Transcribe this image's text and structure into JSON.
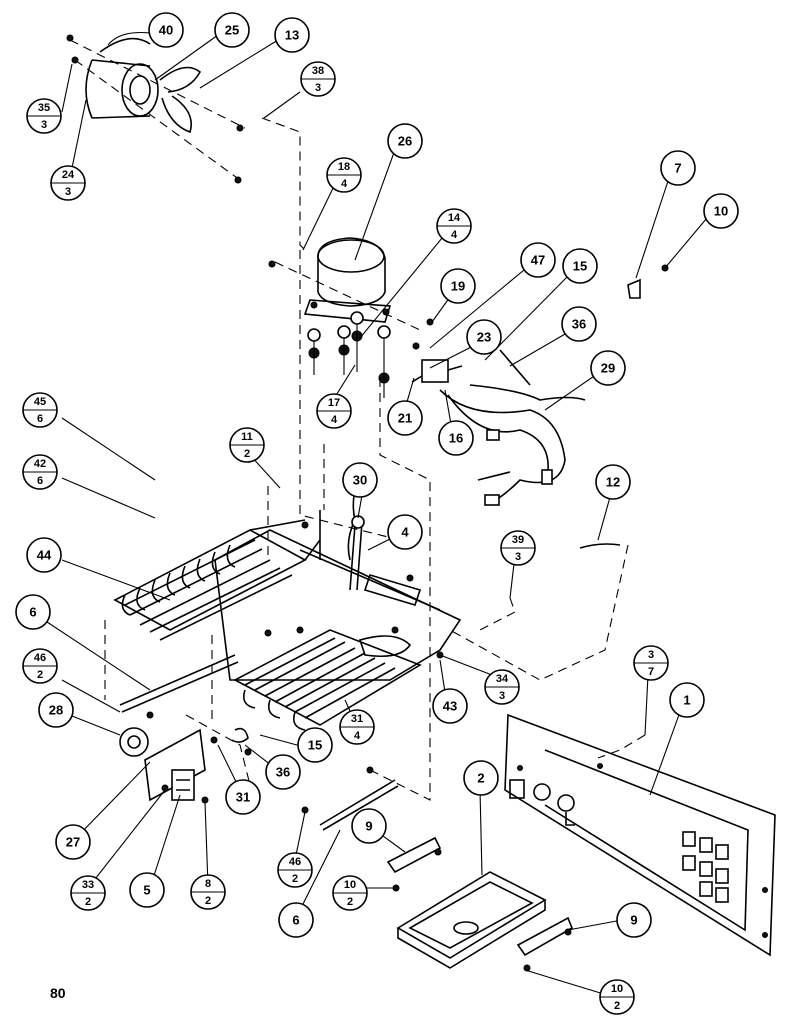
{
  "page": {
    "number": "80"
  },
  "callouts": [
    {
      "id": "c40",
      "top": "40",
      "bottom": ""
    },
    {
      "id": "c25",
      "top": "25",
      "bottom": ""
    },
    {
      "id": "c13",
      "top": "13",
      "bottom": ""
    },
    {
      "id": "c38",
      "top": "38",
      "bottom": "3"
    },
    {
      "id": "c35",
      "top": "35",
      "bottom": "3"
    },
    {
      "id": "c24",
      "top": "24",
      "bottom": "3"
    },
    {
      "id": "c26",
      "top": "26",
      "bottom": ""
    },
    {
      "id": "c18",
      "top": "18",
      "bottom": "4"
    },
    {
      "id": "c7",
      "top": "7",
      "bottom": ""
    },
    {
      "id": "c10a",
      "top": "10",
      "bottom": ""
    },
    {
      "id": "c14",
      "top": "14",
      "bottom": "4"
    },
    {
      "id": "c47",
      "top": "47",
      "bottom": ""
    },
    {
      "id": "c15a",
      "top": "15",
      "bottom": ""
    },
    {
      "id": "c19",
      "top": "19",
      "bottom": ""
    },
    {
      "id": "c36a",
      "top": "36",
      "bottom": ""
    },
    {
      "id": "c23",
      "top": "23",
      "bottom": ""
    },
    {
      "id": "c29",
      "top": "29",
      "bottom": ""
    },
    {
      "id": "c17",
      "top": "17",
      "bottom": "4"
    },
    {
      "id": "c21",
      "top": "21",
      "bottom": ""
    },
    {
      "id": "c16",
      "top": "16",
      "bottom": ""
    },
    {
      "id": "c45",
      "top": "45",
      "bottom": "6"
    },
    {
      "id": "c11",
      "top": "11",
      "bottom": "2"
    },
    {
      "id": "c42",
      "top": "42",
      "bottom": "6"
    },
    {
      "id": "c30",
      "top": "30",
      "bottom": ""
    },
    {
      "id": "c12",
      "top": "12",
      "bottom": ""
    },
    {
      "id": "c4",
      "top": "4",
      "bottom": ""
    },
    {
      "id": "c39",
      "top": "39",
      "bottom": "3"
    },
    {
      "id": "c44",
      "top": "44",
      "bottom": ""
    },
    {
      "id": "c6a",
      "top": "6",
      "bottom": ""
    },
    {
      "id": "c3",
      "top": "3",
      "bottom": "7"
    },
    {
      "id": "c34",
      "top": "34",
      "bottom": "3"
    },
    {
      "id": "c46a",
      "top": "46",
      "bottom": "2"
    },
    {
      "id": "c1",
      "top": "1",
      "bottom": ""
    },
    {
      "id": "c43",
      "top": "43",
      "bottom": ""
    },
    {
      "id": "c28",
      "top": "28",
      "bottom": ""
    },
    {
      "id": "c31a",
      "top": "31",
      "bottom": "4"
    },
    {
      "id": "c15b",
      "top": "15",
      "bottom": ""
    },
    {
      "id": "c36b",
      "top": "36",
      "bottom": ""
    },
    {
      "id": "c31b",
      "top": "31",
      "bottom": ""
    },
    {
      "id": "c2",
      "top": "2",
      "bottom": ""
    },
    {
      "id": "c27",
      "top": "27",
      "bottom": ""
    },
    {
      "id": "c9a",
      "top": "9",
      "bottom": ""
    },
    {
      "id": "c33",
      "top": "33",
      "bottom": "2"
    },
    {
      "id": "c5",
      "top": "5",
      "bottom": ""
    },
    {
      "id": "c8",
      "top": "8",
      "bottom": "2"
    },
    {
      "id": "c46b",
      "top": "46",
      "bottom": "2"
    },
    {
      "id": "c10b",
      "top": "10",
      "bottom": "2"
    },
    {
      "id": "c6b",
      "top": "6",
      "bottom": ""
    },
    {
      "id": "c9b",
      "top": "9",
      "bottom": ""
    },
    {
      "id": "c10c",
      "top": "10",
      "bottom": "2"
    }
  ]
}
